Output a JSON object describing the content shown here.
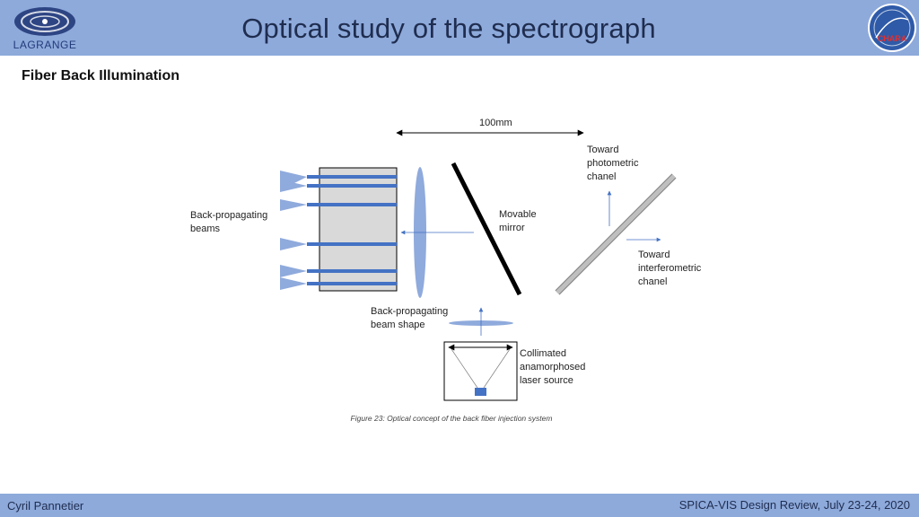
{
  "header": {
    "title": "Optical study of the spectrograph",
    "left_logo_text": "LAGRANGE",
    "right_logo_text": "CHARA"
  },
  "section": {
    "title": "Fiber Back Illumination"
  },
  "diagram": {
    "scale_label": "100mm",
    "label_photometric": "Toward\nphotometric\nchanel",
    "label_interferometric": "Toward\ninterferometric\nchanel",
    "label_movable_mirror": "Movable\nmirror",
    "label_back_propagating_beams": "Back-propagating\nbeams",
    "label_beam_shape": "Back-propagating\nbeam shape",
    "label_laser_source": "Collimated\nanamorphosed\nlaser source",
    "caption": "Figure 23: Optical concept of the back fiber injection system",
    "colors": {
      "fiber": "#4472c4",
      "lens": "#8faadc",
      "beam": "#8faadc",
      "block": "#d9d9d9",
      "mirror": "#000000",
      "splitter": "#bfbfbf"
    }
  },
  "footer": {
    "author": "Cyril Pannetier",
    "event": "SPICA-VIS Design Review, July 23-24, 2020"
  }
}
